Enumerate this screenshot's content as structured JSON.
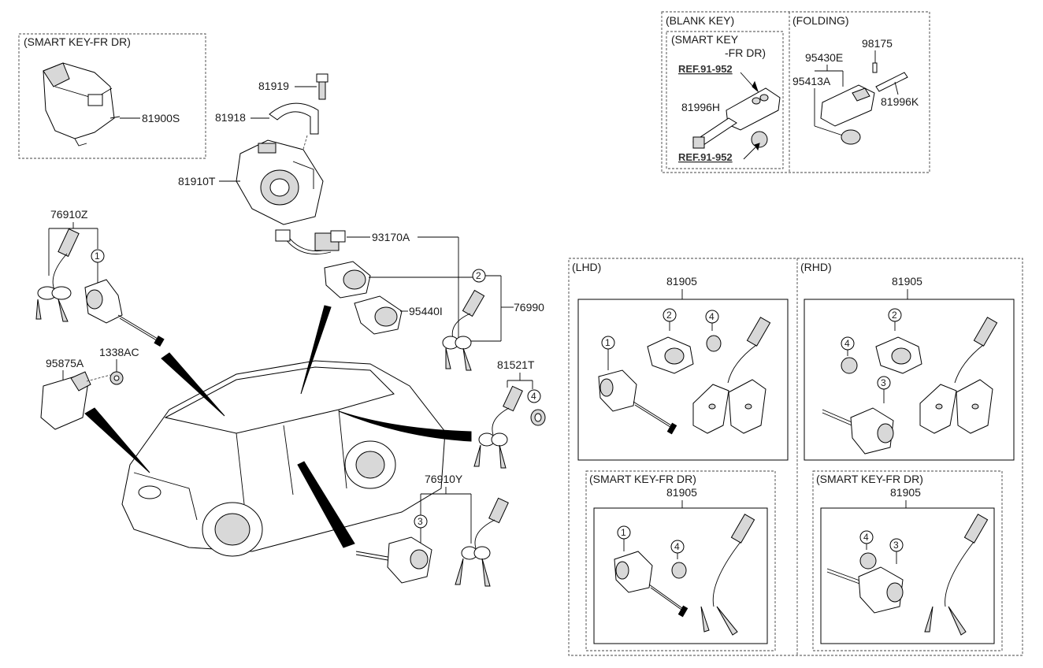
{
  "colors": {
    "line": "#000000",
    "background": "#ffffff",
    "part_fill": "#d8d8d8"
  },
  "group_headers": {
    "smart_key_fr_dr_top_left": "(SMART KEY-FR DR)",
    "blank_key": "(BLANK KEY)",
    "folding": "(FOLDING)",
    "smart_key_line1": "(SMART KEY",
    "smart_key_line2": "-FR DR)",
    "lhd": "(LHD)",
    "rhd": "(RHD)",
    "lhd_smart": "(SMART KEY-FR DR)",
    "rhd_smart": "(SMART KEY-FR DR)"
  },
  "references": {
    "ref_upper": "REF.91-952",
    "ref_lower": "REF.91-952"
  },
  "part_numbers": {
    "p81900S": "81900S",
    "p81919": "81919",
    "p81918": "81918",
    "p81910T": "81910T",
    "p76910Z": "76910Z",
    "p93170A": "93170A",
    "p95440I": "95440I",
    "p76990": "76990",
    "p95875A": "95875A",
    "p1338AC": "1338AC",
    "p81521T": "81521T",
    "p76910Y": "76910Y",
    "p98175": "98175",
    "p95430E": "95430E",
    "p95413A": "95413A",
    "p81996K": "81996K",
    "p81996H": "81996H",
    "p81905_lhd": "81905",
    "p81905_rhd": "81905",
    "p81905_lhd_smart": "81905",
    "p81905_rhd_smart": "81905"
  },
  "callouts": {
    "c1": "1",
    "c2": "2",
    "c3": "3",
    "c4": "4"
  }
}
